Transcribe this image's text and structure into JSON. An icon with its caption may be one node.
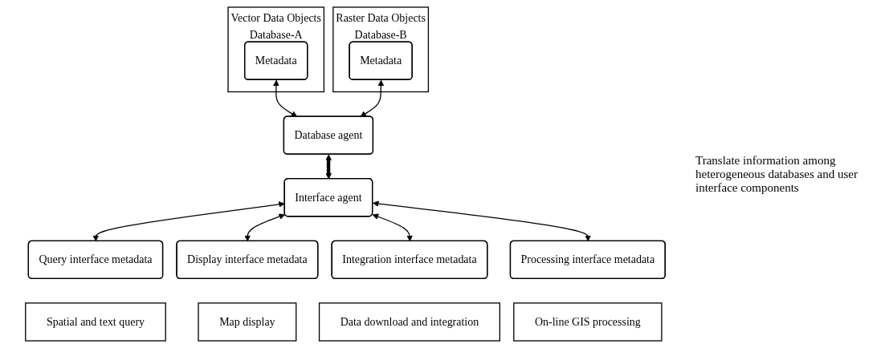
{
  "diagram": {
    "nodes": [
      {
        "text": [
          "Vector Data Objects",
          "Database-A"
        ]
      },
      {
        "text": [
          "Metadata"
        ],
        "in": 0
      },
      {
        "text": [
          "Raster Data Objects",
          "Database-B"
        ]
      },
      {
        "text": [
          "Metadata"
        ],
        "in": 2
      },
      {
        "text": [
          "Database agent"
        ]
      },
      {
        "text": [
          "Interface agent"
        ]
      },
      {
        "text": [
          "Spatial and text query"
        ]
      },
      {
        "text": [
          "Query interface metadata"
        ]
      },
      {
        "text": [
          "Map display"
        ]
      },
      {
        "text": [
          "Display interface metadata"
        ]
      },
      {
        "text": [
          "Data download and integration"
        ]
      },
      {
        "text": [
          "Integration interface metadata"
        ]
      },
      {
        "text": [
          "On-line GIS processing"
        ]
      },
      {
        "text": [
          "Processing interface metadata"
        ]
      }
    ],
    "edges": [
      {
        "from": 1,
        "to": 4,
        "arrow": "both"
      },
      {
        "from": 3,
        "to": 4,
        "arrow": "both"
      },
      {
        "from": 4,
        "to": 5,
        "arrow": "both",
        "style": "thick"
      },
      {
        "from": 5,
        "to": 7,
        "arrow": "both"
      },
      {
        "from": 5,
        "to": 9,
        "arrow": "both"
      },
      {
        "from": 5,
        "to": 11,
        "arrow": "both"
      },
      {
        "from": 5,
        "to": 13,
        "arrow": "both"
      }
    ],
    "labels": [
      "Translate information among heterogeneous databases and user interface components"
    ]
  }
}
